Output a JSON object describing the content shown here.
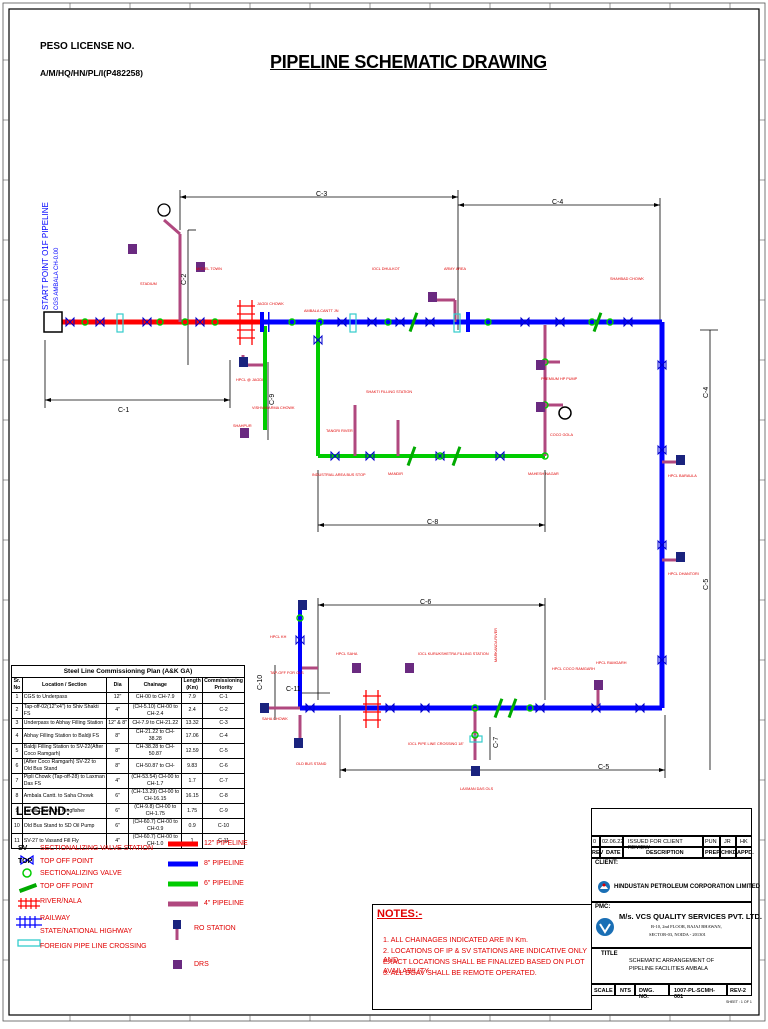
{
  "header": {
    "license_label": "PESO LICENSE  NO.",
    "license_number": "A/M/HQ/HN/PL/I(P482258)",
    "title": "PIPELINE SCHEMATIC DRAWING"
  },
  "start_point": {
    "label1": "START POINT O1F PIPELINE",
    "label2": "CGS AMBALA CH-0.00"
  },
  "segments": [
    "C-1",
    "C-2",
    "C-3",
    "C-4",
    "C-5",
    "C-6",
    "C-7",
    "C-8",
    "C-9",
    "C-10",
    "C-11"
  ],
  "places": {
    "stadium": "STADIUM",
    "model_town": "MODEL TOWN",
    "jagdi_chowk": "JAGDI CHOWK",
    "ambala_cantt": "AMBALA CANTT JN",
    "iocl_dhulkot": "IOCL DHULKOT",
    "army_area": "ARMY AREA",
    "shahbad": "SHAHBAD CHOWK",
    "shahpur": "SHAHPUR",
    "hpcl_babyal": "HPCL @ JAGDI",
    "vishvakarma": "VISHVAKARMA CHOWK",
    "shakti": "SHAKTI FILLING STATION",
    "tangri": "TANGRI RIVER",
    "industrial": "INDUSTRIAL AREA BUS STOP",
    "mandir": "MANDIR",
    "mahesh_nagar": "MAHESH NAGAR",
    "premium_hp": "PREMIUM HP PUMP",
    "coco_gola": "COCO GOLA",
    "hpcl_baraula": "HPCL BARAULA",
    "hpcl_dhantori": "HPCL DHANTORI",
    "hpcl_coco": "HPCL COCO RAMGARH",
    "hpcl_ramgarh": "HPCL RAMGARH",
    "markanda": "MARKANDA RIVER",
    "hpcl_saha": "HPCL SAHA",
    "iocl_kuru": "IOCL KURUKSHETRA FILLING STATION",
    "laxman_das": "LAXMAN DAS OLS",
    "iocl_crossing": "IOCL PIPE LINE CROSSING 18\"",
    "old_bus": "OLD BUS STAND",
    "saha_chowk": "SAHA CHOWK",
    "hpcl_kh": "HPCL KH",
    "tap_off": "TAP-OFF FOR OLS"
  },
  "plan_table": {
    "caption": "Steel Line Commissioning Plan (A&K GA)",
    "headers": [
      "Sr. No",
      "Location / Section",
      "Dia",
      "Chainage",
      "Length (Km)",
      "Commissioning Priority"
    ],
    "rows": [
      [
        "1",
        "CGS to Underpass",
        "12\"",
        "CH-00 to CH-7.9",
        "7.9",
        "C-1"
      ],
      [
        "2",
        "Tap-off-02(12\"x4\") to Shiv Shakti FS",
        "4\"",
        "(CH-5.10) CH-00 to CH-2.4",
        "2.4",
        "C-2"
      ],
      [
        "3",
        "Underpass to Abhay Filling Station",
        "12\" & 8\"",
        "CH-7.9 to CH-21.22",
        "13.32",
        "C-3"
      ],
      [
        "4",
        "Abhay Filling Station to Baldji FS",
        "8\"",
        "CH-21.22 to CH-38.28",
        "17.06",
        "C-4"
      ],
      [
        "5",
        "Baldji Filling Station to SV-22(After Coco Ramgarh)",
        "8\"",
        "CH-38.28 to CH-50.87",
        "12.59",
        "C-5"
      ],
      [
        "6",
        "(After Coco Ramgarh) SV-22 to Old Bus Stand",
        "8\"",
        "CH-50.87 to CH-",
        "9.83",
        "C-6"
      ],
      [
        "7",
        "Pipli Chowk (Tap-off-28) to Laxman Das FS",
        "4\"",
        "(CH-53.54) CH-00 to CH-1.7",
        "1.7",
        "C-7"
      ],
      [
        "8",
        "Ambala Cantt. to Saha Chowk",
        "6\"",
        "(CH-13.29) CH-00 to CH-16.15",
        "16.15",
        "C-8"
      ],
      [
        "9",
        "Jandli Chowk to Kingfisher",
        "6\"",
        "(CH-9.8) CH-00 to CH-1.75",
        "1.75",
        "C-9"
      ],
      [
        "10",
        "Old Bus Stand to SD Oil Pump",
        "6\"",
        "(CH-60.7) CH-00 to CH-0.9",
        "0.9",
        "C-10"
      ],
      [
        "11",
        "SV-27 to Vasand Fill Fly",
        "4\"",
        "(CH-60.7) CH-00 to CH-1.0",
        "1",
        "C-11"
      ]
    ]
  },
  "legend": {
    "title": "LEGEND:",
    "items": [
      {
        "sym": "SV",
        "label": "SECTIONALIZING VALVE STATION"
      },
      {
        "sym": "TOP",
        "label": "TOP OFF POINT"
      },
      {
        "sym": "",
        "label": "SECTIONALIZING VALVE"
      },
      {
        "sym": "",
        "label": "TOP OFF POINT"
      },
      {
        "sym": "",
        "label": "RIVER/NALA"
      },
      {
        "sym": "",
        "label": "RAILWAY"
      },
      {
        "sym": "",
        "label": "STATE/NATIONAL HIGHWAY"
      },
      {
        "sym": "",
        "label": "FOREIGN PIPE LINE  CROSSING"
      }
    ],
    "pipes": [
      {
        "label": "12\" PIPELINE",
        "color": "#ff0000"
      },
      {
        "label": "8\" PIPELINE",
        "color": "#0000ff"
      },
      {
        "label": "6\" PIPELINE",
        "color": "#00cc00"
      },
      {
        "label": "4\" PIPELINE",
        "color": "#b0487f"
      }
    ],
    "ro_label": "RO STATION",
    "drs_label": "DRS"
  },
  "notes": {
    "title": "NOTES:-",
    "lines": [
      "1. ALL CHAINAGES INDICATED ARE IN Km.",
      "2. LOCATIONS OF IP & SV STATIONS ARE INDICATIVE ONLY AND",
      "    EXACT LOCATIONS SHALL BE FINALIZED BASED ON PLOT AVAILABILITY.",
      "3. ALL DGAV SHALL BE REMOTE OPERATED."
    ]
  },
  "title_block": {
    "rev_no": "0",
    "rev_date": "02.06.22",
    "rev_desc": "ISSUED FOR CLIENT REVIEW",
    "prep": "PUN",
    "chkd": "JR",
    "appd": "HK",
    "h_rev": "REV",
    "h_date": "DATE",
    "h_desc": "DESCRIPTION",
    "h_prep": "PREP.",
    "h_chkd": "CHKD.",
    "h_appd": "APPD.",
    "client_label": "CLIENT:",
    "client_name": "HINDUSTAN PETROLEUM CORPORATION LIMITED",
    "pmc_label": "PMC:",
    "pmc_name": "M/s. VCS QUALITY SERVICES PVT. LTD.",
    "pmc_addr1": "B-10, 2nd FLOOR, BAJAJ BHAWAN,",
    "pmc_addr2": "SECTOR-03, NOIDA - 201301",
    "title_label": "TITLE",
    "title1": "SCHEMATIC ARRANGEMENT OF",
    "title2": "PIPELINE FACILITIES AMBALA",
    "scale_label": "SCALE",
    "scale": "NTS",
    "dwg_label": "DWG. NO.",
    "dwg_no": "1007-PL-SCMH-001",
    "rev": "REV-2",
    "sheet": "SHEET : 1 OF 1"
  },
  "colors": {
    "pipe12": "#ff0000",
    "pipe8": "#0000ff",
    "pipe6": "#00cc00",
    "pipe4": "#b0487f",
    "label_red": "#e00000",
    "bright_green": "#00e000",
    "cyan": "#33cccc"
  }
}
